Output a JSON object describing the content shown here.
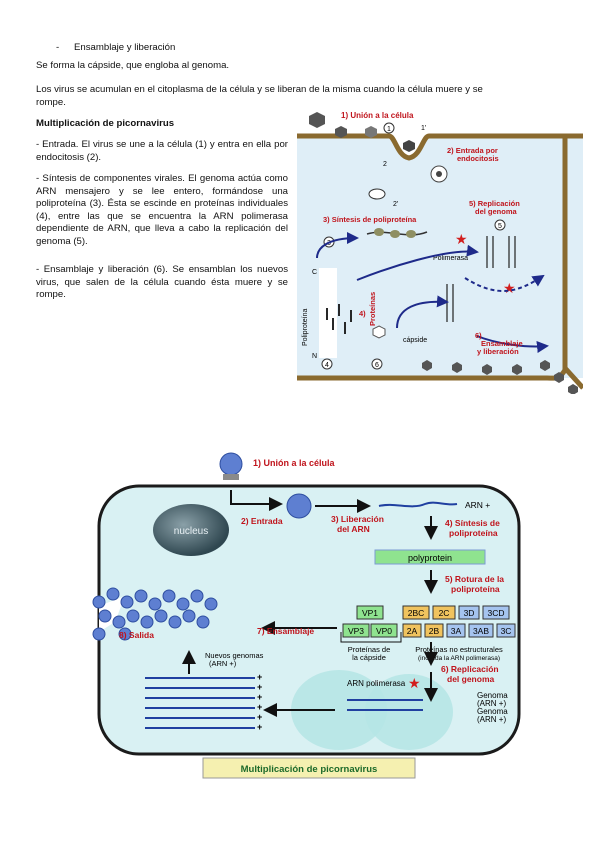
{
  "section1": {
    "bullet": "-",
    "heading": "Ensamblaje y liberación",
    "p1": "Se forma la cápside, que engloba al genoma.",
    "p2_line1": "Los virus se acumulan en el citoplasma de la célula y se liberan de la misma cuando la célula muere y se",
    "p2_line2": "rompe."
  },
  "section2": {
    "heading": "Multiplicación de picornavirus",
    "para1": "- Entrada. El virus se une a la célula (1) y entra en ella por endocitosis (2).",
    "para2": "- Síntesis de componentes virales. El genoma actúa como ARN mensajero y se lee entero, formándose una poliproteína (3). Ésta se escinde en proteínas individuales (4), entre las que se encuentra la ARN polimerasa dependiente de ARN, que lleva a cabo la replicación del genoma (5).",
    "para3": "- Ensamblaje y liberación (6). Se ensamblan los nuevos virus, que salen de la célula cuando ésta muere y se rompe."
  },
  "figure1": {
    "step1": "1) Unión a la célula",
    "step2_a": "2) Entrada por",
    "step2_b": "endocitosis",
    "step3": "3) Síntesis de poliproteína",
    "step4_a": "4)",
    "step4_b": "Proteínas",
    "step5_a": "5) Replicación",
    "step5_b": "del genoma",
    "step6_a": "6)",
    "step6_b": "Ensamblaje",
    "step6_c": "y liberación",
    "polimerasa": "Polimerasa",
    "capside": "cápside",
    "poliproteina": "Poliproteína",
    "n_term": "N",
    "c_term": "C",
    "num_1": "1",
    "num_1p": "1'",
    "num_2": "2",
    "num_2p": "2'",
    "num_3": "3",
    "num_4": "4",
    "num_5": "5",
    "num_6": "6"
  },
  "figure2": {
    "step1": "1) Unión a la célula",
    "step2": "2) Entrada",
    "step3_a": "3) Liberación",
    "step3_b": "del ARN",
    "step4_a": "4) Síntesis de",
    "step4_b": "poliproteína",
    "step5_a": "5) Rotura de la",
    "step5_b": "poliproteína",
    "step6_a": "6) Replicación",
    "step6_b": "del genoma",
    "step7": "7) Ensamblaje",
    "step8": "8) Salida",
    "nucleus": "nucleus",
    "arn_plus": "ARN +",
    "polyprotein": "polyprotein",
    "vp1": "VP1",
    "vp3": "VP3",
    "vp0": "VP0",
    "p2bc": "2BC",
    "p2c": "2C",
    "p3d": "3D",
    "p3cd": "3CD",
    "p2a": "2A",
    "p2b": "2B",
    "p3a": "3A",
    "p3ab": "3AB",
    "p3c": "3C",
    "capsid_proteins_a": "Proteínas de",
    "capsid_proteins_b": "la cápside",
    "nonstruct_a": "Proteínas no estructurales",
    "nonstruct_b": "(incluida la ARN polimerasa)",
    "arn_polimerasa": "ARN polimerasa",
    "new_genomes_a": "Nuevos genomas",
    "new_genomes_b": "(ARN +)",
    "genoma_a": "Genoma",
    "genoma_b": "(ARN +)",
    "genoma_c": "Genoma",
    "genoma_d": "(ARN +)",
    "caption": "Multiplicación de picornavirus",
    "plus": "+"
  }
}
